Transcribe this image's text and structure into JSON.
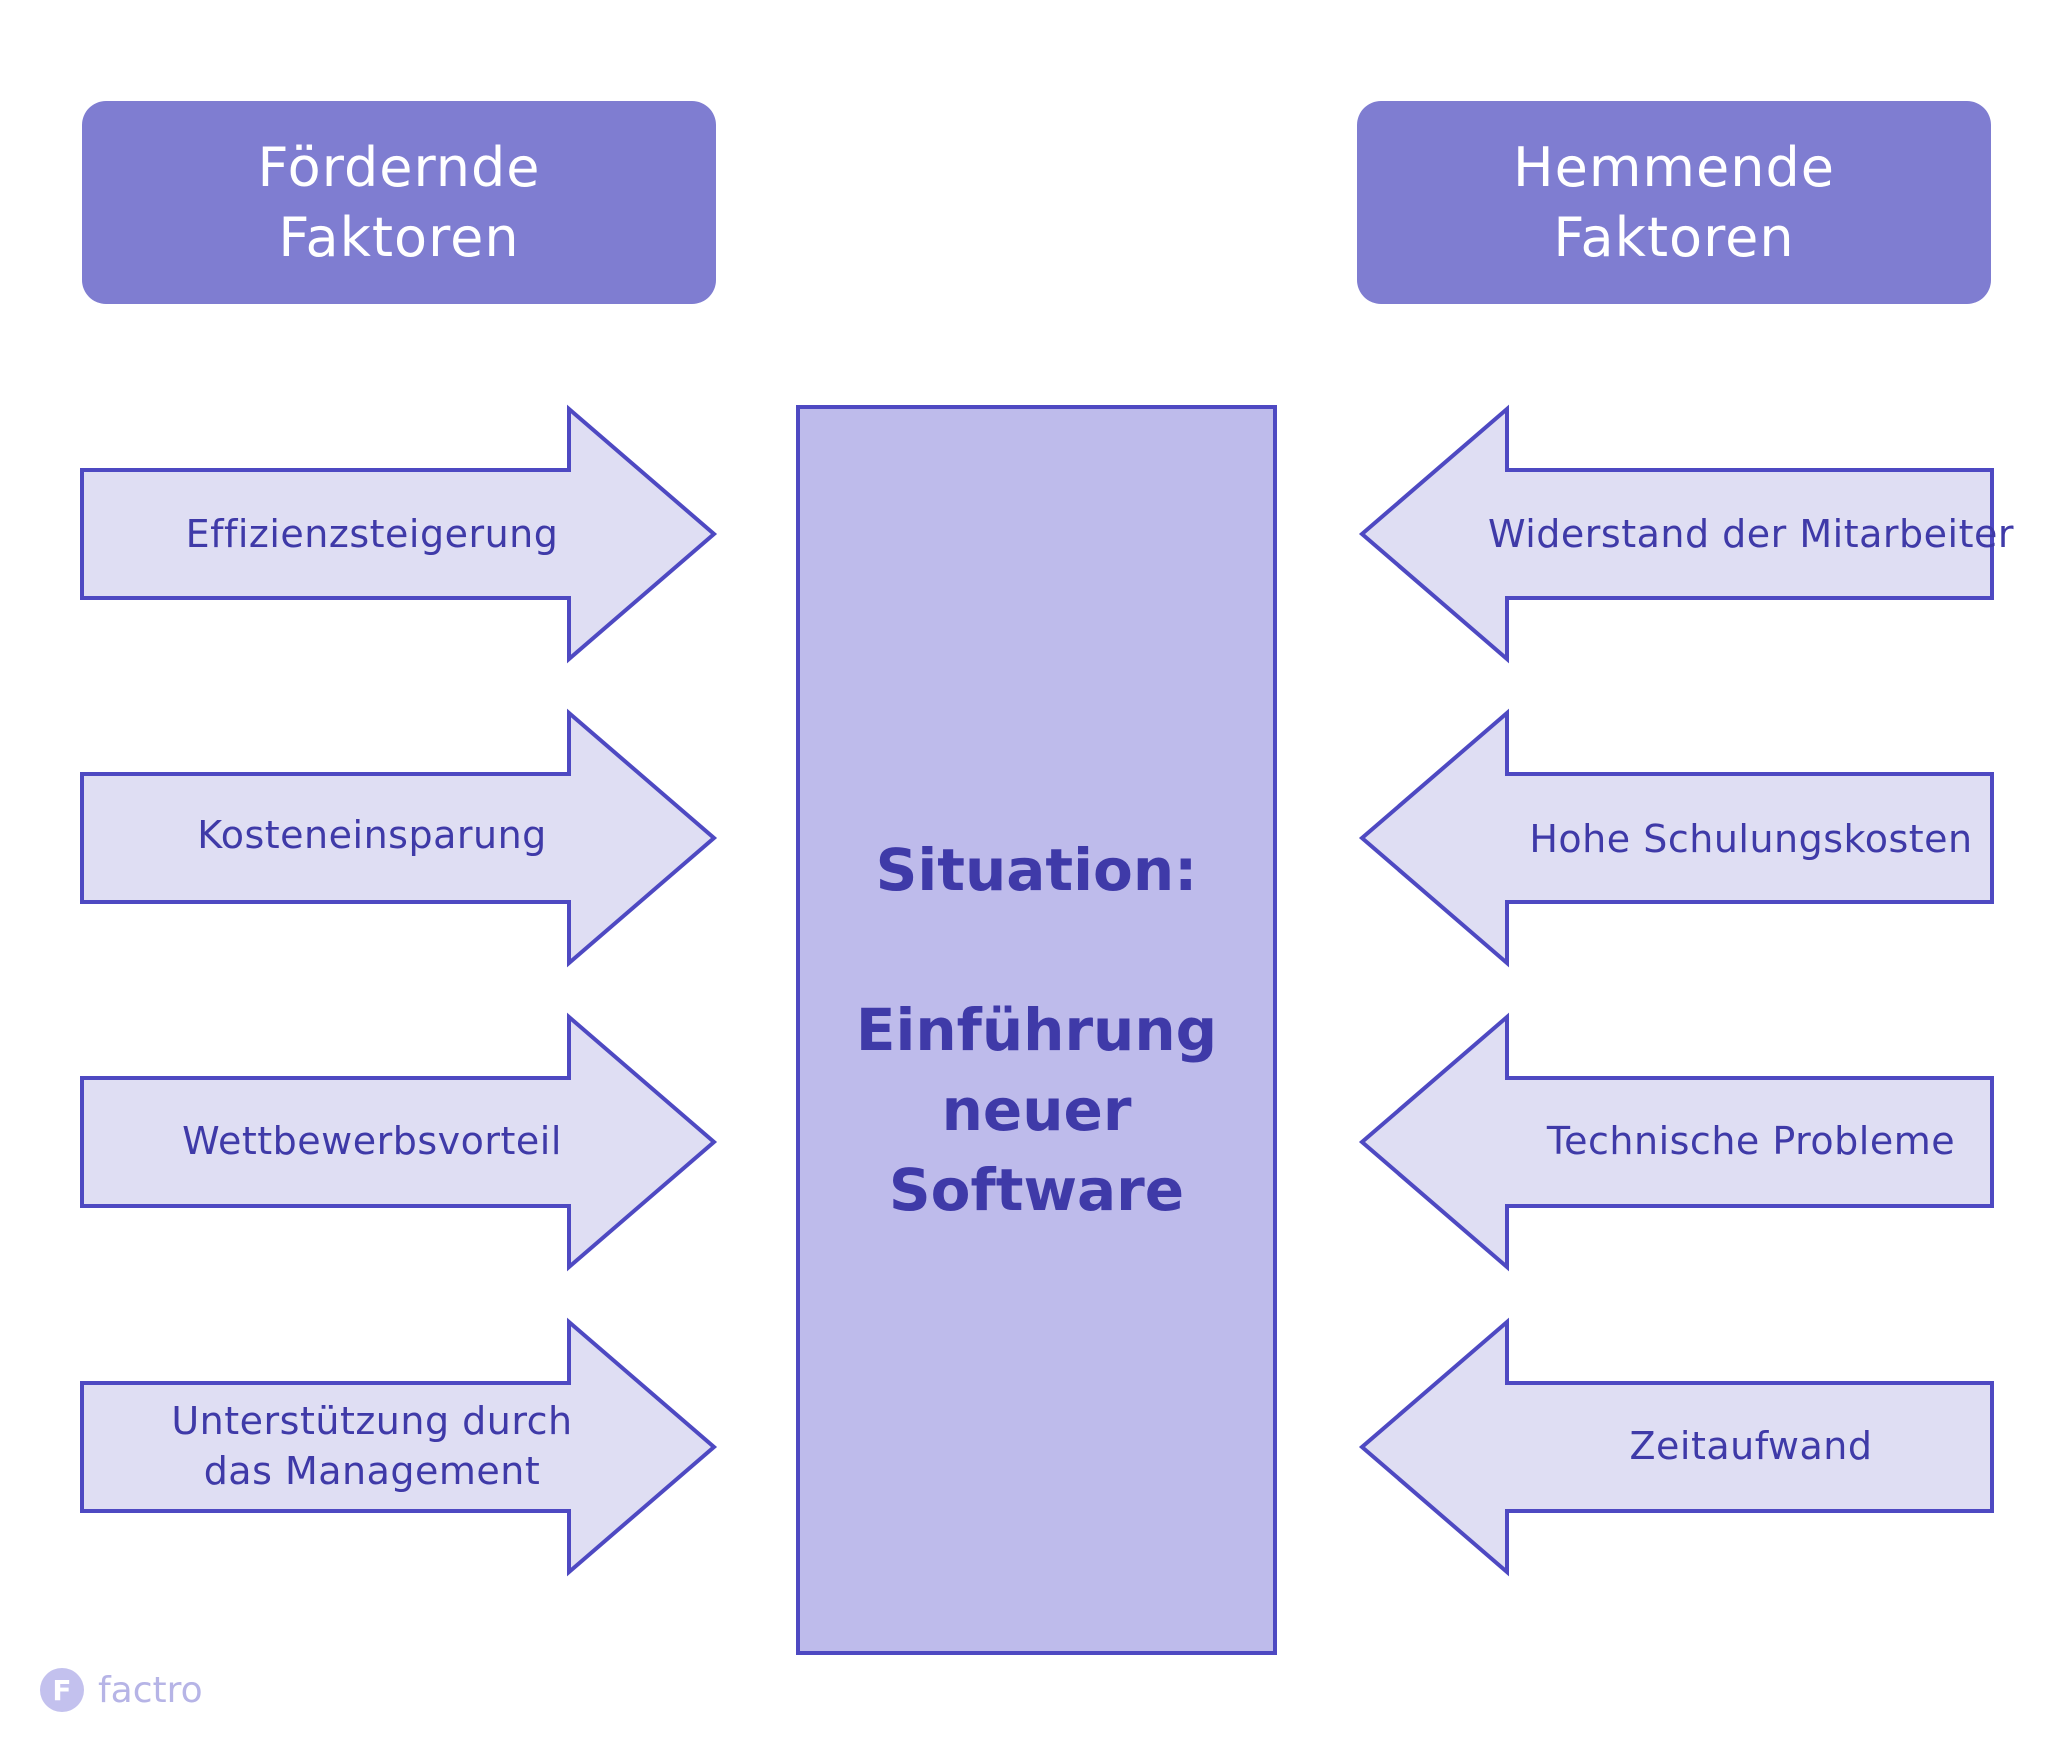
{
  "colors": {
    "header_bg": "#7f7dd1",
    "arrow_fill": "#dfdef3",
    "arrow_stroke": "#4e49c2",
    "center_fill": "#bebbeb",
    "text": "#3f3aa8"
  },
  "headers": {
    "left": [
      "Fördernde",
      "Faktoren"
    ],
    "right": [
      "Hemmende",
      "Faktoren"
    ]
  },
  "center": {
    "title": "Situation:",
    "lines": [
      "Einführung",
      "neuer",
      "Software"
    ]
  },
  "left_arrows": [
    {
      "lines": [
        "Effizienzsteigerung"
      ]
    },
    {
      "lines": [
        "Kosteneinsparung"
      ]
    },
    {
      "lines": [
        "Wettbewerbsvorteil"
      ]
    },
    {
      "lines": [
        "Unterstützung durch",
        "das Management"
      ]
    }
  ],
  "right_arrows": [
    {
      "lines": [
        "Widerstand der Mitarbeiter"
      ]
    },
    {
      "lines": [
        "Hohe Schulungskosten"
      ]
    },
    {
      "lines": [
        "Technische Probleme"
      ]
    },
    {
      "lines": [
        "Zeitaufwand"
      ]
    }
  ],
  "logo": {
    "mark": "F",
    "text": "factro",
    "icon": "factro-logo-icon"
  }
}
